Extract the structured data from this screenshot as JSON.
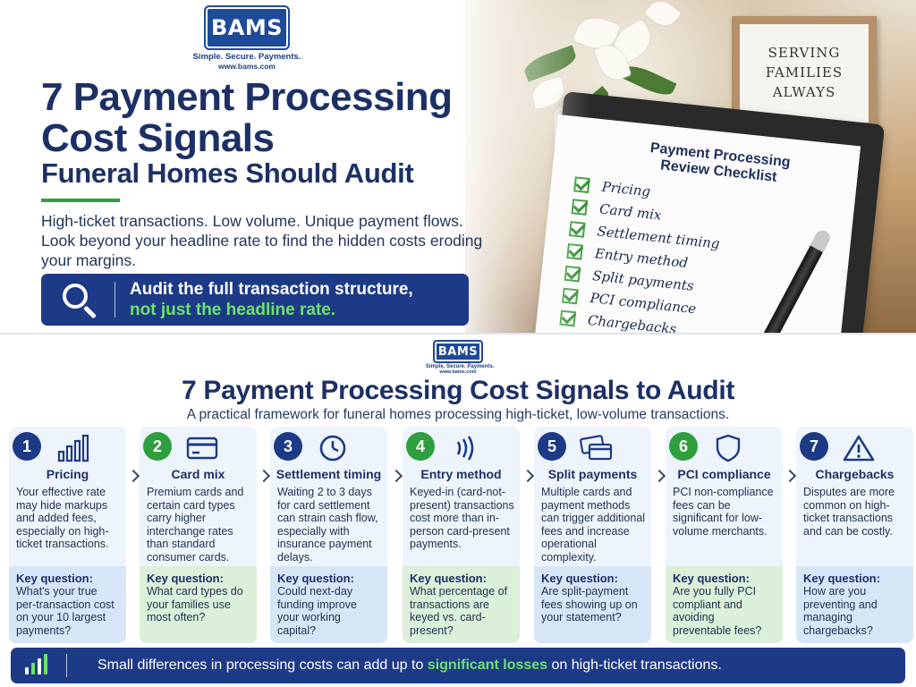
{
  "brand": {
    "name": "BAMS",
    "tagline": "Simple. Secure. Payments.",
    "url": "www.bams.com"
  },
  "hero": {
    "title": "7 Payment Processing Cost Signals",
    "subtitle": "Funeral Homes Should Audit",
    "body": "High-ticket transactions. Low volume. Unique payment flows. Look beyond your headline rate to find the hidden costs eroding your margins.",
    "banner_line1": "Audit the full transaction structure,",
    "banner_line2": "not just the headline rate.",
    "frame_lines": [
      "SERVING",
      "FAMILIES",
      "ALWAYS"
    ],
    "checklist_title_line1": "Payment Processing",
    "checklist_title_line2": "Review Checklist",
    "checklist": [
      "Pricing",
      "Card mix",
      "Settlement timing",
      "Entry method",
      "Split payments",
      "PCI compliance",
      "Chargebacks"
    ]
  },
  "main": {
    "title": "7 Payment Processing Cost Signals to Audit",
    "subtitle": "A practical framework for funeral homes processing high-ticket, low-volume transactions."
  },
  "cards": [
    {
      "num": "1",
      "title": "Pricing",
      "icon": "bar-chart-icon",
      "body": "Your effective rate may hide markups and added fees, especially on high-ticket transactions.",
      "q_label": "Key question:",
      "q_text": "What's your true per-transaction cost on your 10 largest payments?"
    },
    {
      "num": "2",
      "title": "Card mix",
      "icon": "credit-card-icon",
      "body": "Premium cards and certain card types carry higher interchange rates than standard consumer cards.",
      "q_label": "Key question:",
      "q_text": "What card types do your families use most often?"
    },
    {
      "num": "3",
      "title": "Settlement timing",
      "icon": "clock-icon",
      "body": "Waiting 2 to 3 days for card settlement can strain cash flow, especially with insurance payment delays.",
      "q_label": "Key question:",
      "q_text": "Could next-day funding improve your working capital?"
    },
    {
      "num": "4",
      "title": "Entry method",
      "icon": "contactless-icon",
      "body": "Keyed-in (card-not-present) transactions cost more than in-person card-present payments.",
      "q_label": "Key question:",
      "q_text": "What percentage of transactions are keyed vs. card-present?"
    },
    {
      "num": "5",
      "title": "Split payments",
      "icon": "cards-icon",
      "body": "Multiple cards and payment methods can trigger additional fees and increase operational complexity.",
      "q_label": "Key question:",
      "q_text": "Are split-payment fees showing up on your statement?"
    },
    {
      "num": "6",
      "title": "PCI compliance",
      "icon": "shield-icon",
      "body": "PCI non-compliance fees can be significant for low-volume merchants.",
      "q_label": "Key question:",
      "q_text": "Are you fully PCI compliant and avoiding preventable fees?"
    },
    {
      "num": "7",
      "title": "Chargebacks",
      "icon": "warning-icon",
      "body": "Disputes are more common on high-ticket transactions and can be costly.",
      "q_label": "Key question:",
      "q_text": "How are you preventing and managing chargebacks?"
    }
  ],
  "footer": {
    "text_before": "Small differences in processing costs can add up to ",
    "highlight": "significant losses",
    "text_after": " on high-ticket transactions."
  },
  "colors": {
    "navy": "#1d3a86",
    "green": "#2f9e3f",
    "highlight_green": "#6fe16b"
  }
}
